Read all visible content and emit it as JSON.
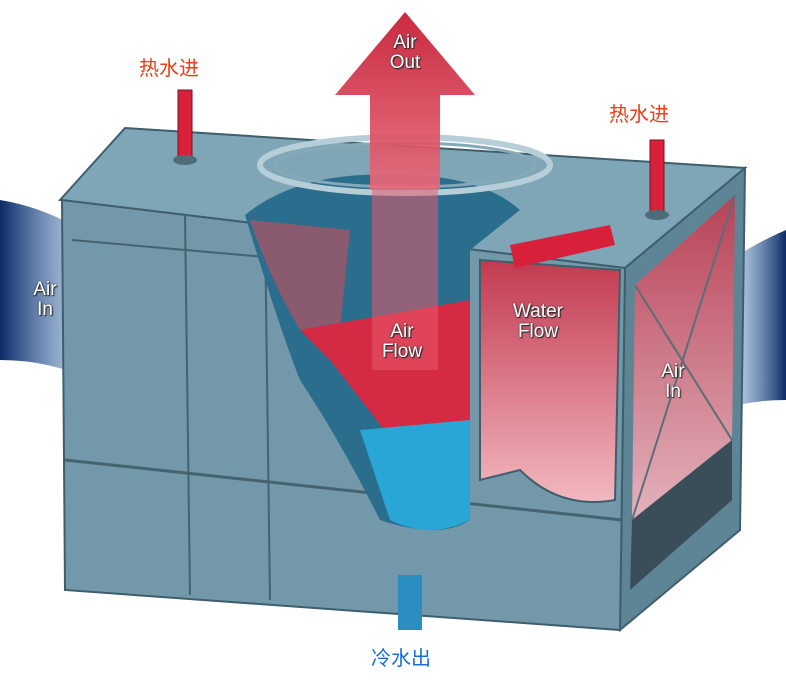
{
  "labels": {
    "hot_water_in_left": "热水进",
    "hot_water_in_right": "热水进",
    "cold_water_out": "冷水出",
    "air_out": [
      "Air",
      "Out"
    ],
    "air_in_left": [
      "Air",
      "In"
    ],
    "air_in_right": [
      "Air",
      "In"
    ],
    "air_flow": [
      "Air",
      "Flow"
    ],
    "water_flow": [
      "Water",
      "Flow"
    ]
  },
  "colors": {
    "hot_label": "#e8401c",
    "cold_label": "#1a6fd6",
    "casing": "#6e96a8",
    "hot_air": "#d42a44",
    "cold_water": "#2aa6d6"
  }
}
